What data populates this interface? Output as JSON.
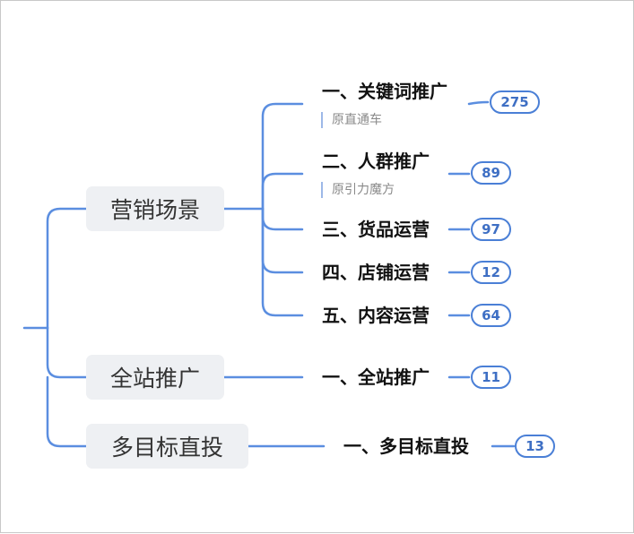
{
  "colors": {
    "connector": "#5b8ee0",
    "badge_border": "#4a7fd6",
    "badge_text": "#3e6fc4",
    "category_bg": "#eef0f3",
    "note_bar": "#9db8e8"
  },
  "categories": [
    {
      "label": "营销场景",
      "items": [
        {
          "label": "一、关键词推广",
          "note": "原直通车",
          "count": "275"
        },
        {
          "label": "二、人群推广",
          "note": "原引力魔方",
          "count": "89"
        },
        {
          "label": "三、货品运营",
          "count": "97"
        },
        {
          "label": "四、店铺运营",
          "count": "12"
        },
        {
          "label": "五、内容运营",
          "count": "64"
        }
      ]
    },
    {
      "label": "全站推广",
      "items": [
        {
          "label": "一、全站推广",
          "count": "11"
        }
      ]
    },
    {
      "label": "多目标直投",
      "items": [
        {
          "label": "一、多目标直投",
          "count": "13"
        }
      ]
    }
  ]
}
